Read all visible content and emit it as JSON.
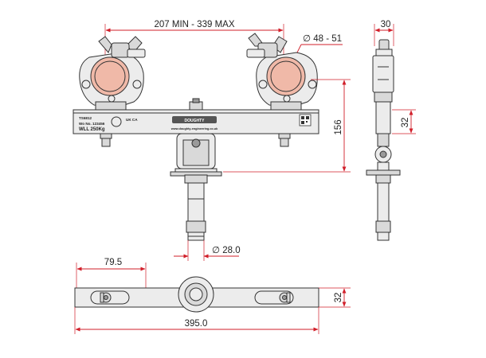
{
  "dimensions": {
    "clamp_span": "207 MIN - 339 MAX",
    "tube_diameter": "∅ 48 - 51",
    "side_width": "30",
    "height": "156",
    "side_offset": "32",
    "spigot_diameter": "∅ 28.0",
    "hole_offset": "79.5",
    "bottom_height": "32",
    "total_length": "395.0"
  },
  "plate": {
    "part_number": "TS6812",
    "work_number": "Wo No. 123456",
    "wll": "WLL 250Kg",
    "brand": "DOUGHTY",
    "website": "www.doughty-engineering.co.uk",
    "mark": "UK CA"
  },
  "colors": {
    "dimension": "#d11f2a",
    "tube": "#f0b9a8",
    "steel": "#d9d9d9"
  }
}
